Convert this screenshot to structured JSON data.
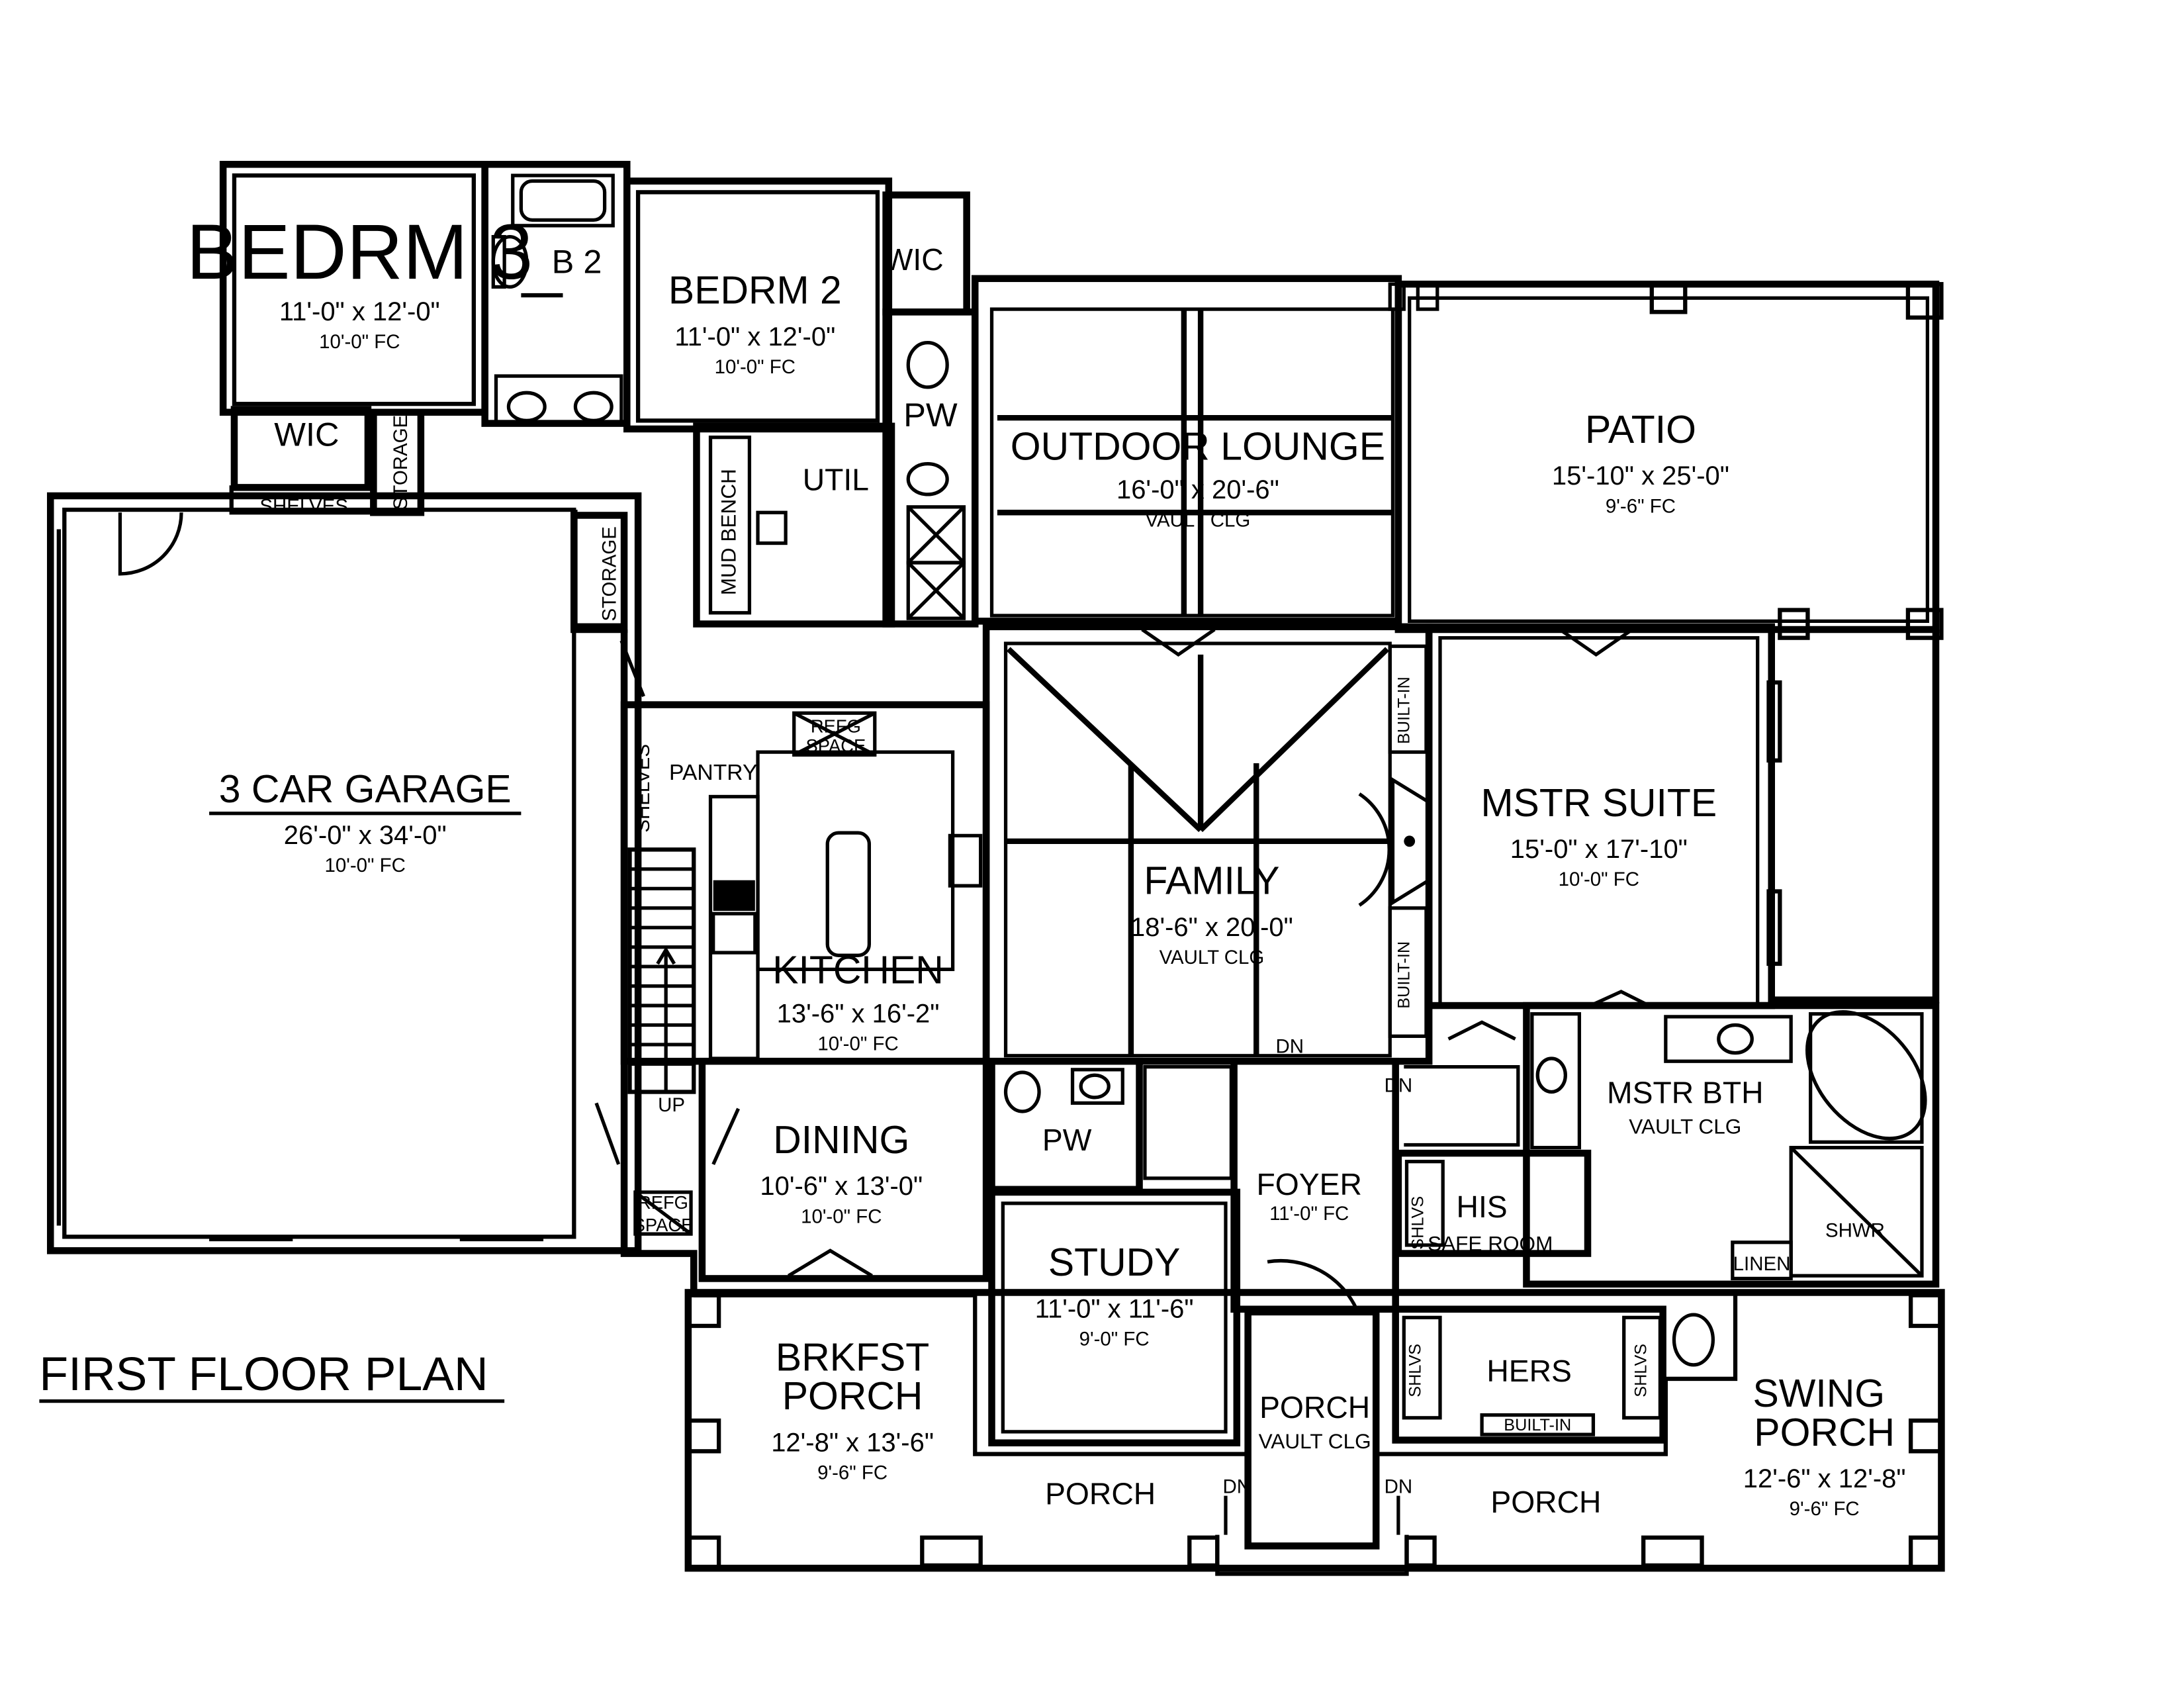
{
  "plan_title": "FIRST FLOOR PLAN",
  "rooms": {
    "bedrm3": {
      "name": "BEDRM 3",
      "dims": "11'-0\" x 12'-0\"",
      "note": "10'-0\" FC"
    },
    "b2": {
      "name": "B 2"
    },
    "bedrm2": {
      "name": "BEDRM 2",
      "dims": "11'-0\" x 12'-0\"",
      "note": "10'-0\" FC"
    },
    "wic_upper": {
      "name": "WIC"
    },
    "wic_lower": {
      "name": "WIC"
    },
    "shelves_garage": {
      "name": "SHELVES"
    },
    "storage_a": {
      "name": "STORAGE"
    },
    "storage_b": {
      "name": "STORAGE"
    },
    "pw_upper": {
      "name": "PW"
    },
    "util": {
      "name": "UTIL"
    },
    "mud_bench": {
      "name": "MUD BENCH"
    },
    "outdoor_lounge": {
      "name": "OUTDOOR LOUNGE",
      "dims": "16'-0\" x 20'-6\"",
      "note": "VAULT CLG"
    },
    "patio": {
      "name": "PATIO",
      "dims": "15'-10\" x 25'-0\"",
      "note": "9'-6\" FC"
    },
    "garage": {
      "name": "3 CAR GARAGE",
      "dims": "26'-0\" x 34'-0\"",
      "note": "10'-0\" FC"
    },
    "refg_space_top": {
      "line1": "REFG",
      "line2": "SPACE"
    },
    "pantry": {
      "name": "PANTRY"
    },
    "shelves_stair": {
      "name": "SHELVES"
    },
    "kitchen": {
      "name": "KITCHEN",
      "dims": "13'-6\" x 16'-2\"",
      "note": "10'-0\" FC"
    },
    "family": {
      "name": "FAMILY",
      "dims": "18'-6\" x 20'-0\"",
      "note": "VAULT CLG"
    },
    "built_in_top": {
      "name": "BUILT-IN"
    },
    "built_in_bottom": {
      "name": "BUILT-IN"
    },
    "mstr_suite": {
      "name": "MSTR SUITE",
      "dims": "15'-0\" x 17'-10\"",
      "note": "10'-0\" FC"
    },
    "dn_family": {
      "name": "DN"
    },
    "dn_mstr": {
      "name": "DN"
    },
    "up_stair": {
      "name": "UP"
    },
    "mstr_bth": {
      "name": "MSTR BTH",
      "note": "VAULT CLG"
    },
    "dining": {
      "name": "DINING",
      "dims": "10'-6\" x 13'-0\"",
      "note": "10'-0\" FC"
    },
    "refg_space_bottom": {
      "line1": "REFG",
      "line2": "SPACE"
    },
    "pw_lower": {
      "name": "PW"
    },
    "foyer": {
      "name": "FOYER",
      "note": "11'-0\" FC"
    },
    "his": {
      "name": "HIS",
      "note": "SAFE ROOM",
      "shelves": "SHLVS"
    },
    "shwr": {
      "name": "SHWR"
    },
    "linen": {
      "name": "LINEN"
    },
    "study": {
      "name": "STUDY",
      "dims": "11'-0\" x 11'-6\"",
      "note": "9'-0\" FC"
    },
    "brkfst_porch": {
      "line1": "BRKFST",
      "line2": "PORCH",
      "dims": "12'-8\" x 13'-6\"",
      "note": "9'-6\" FC"
    },
    "porch_center": {
      "name": "PORCH",
      "note": "VAULT CLG"
    },
    "hers": {
      "name": "HERS",
      "shelves_left": "SHLVS",
      "shelves_right": "SHLVS",
      "built_in": "BUILT-IN"
    },
    "swing_porch": {
      "line1": "SWING",
      "line2": "PORCH",
      "dims": "12'-6\" x 12'-8\"",
      "note": "9'-6\" FC"
    },
    "porch_left": {
      "name": "PORCH"
    },
    "porch_right": {
      "name": "PORCH"
    },
    "dn_porch_left": {
      "name": "DN"
    },
    "dn_porch_right": {
      "name": "DN"
    }
  }
}
